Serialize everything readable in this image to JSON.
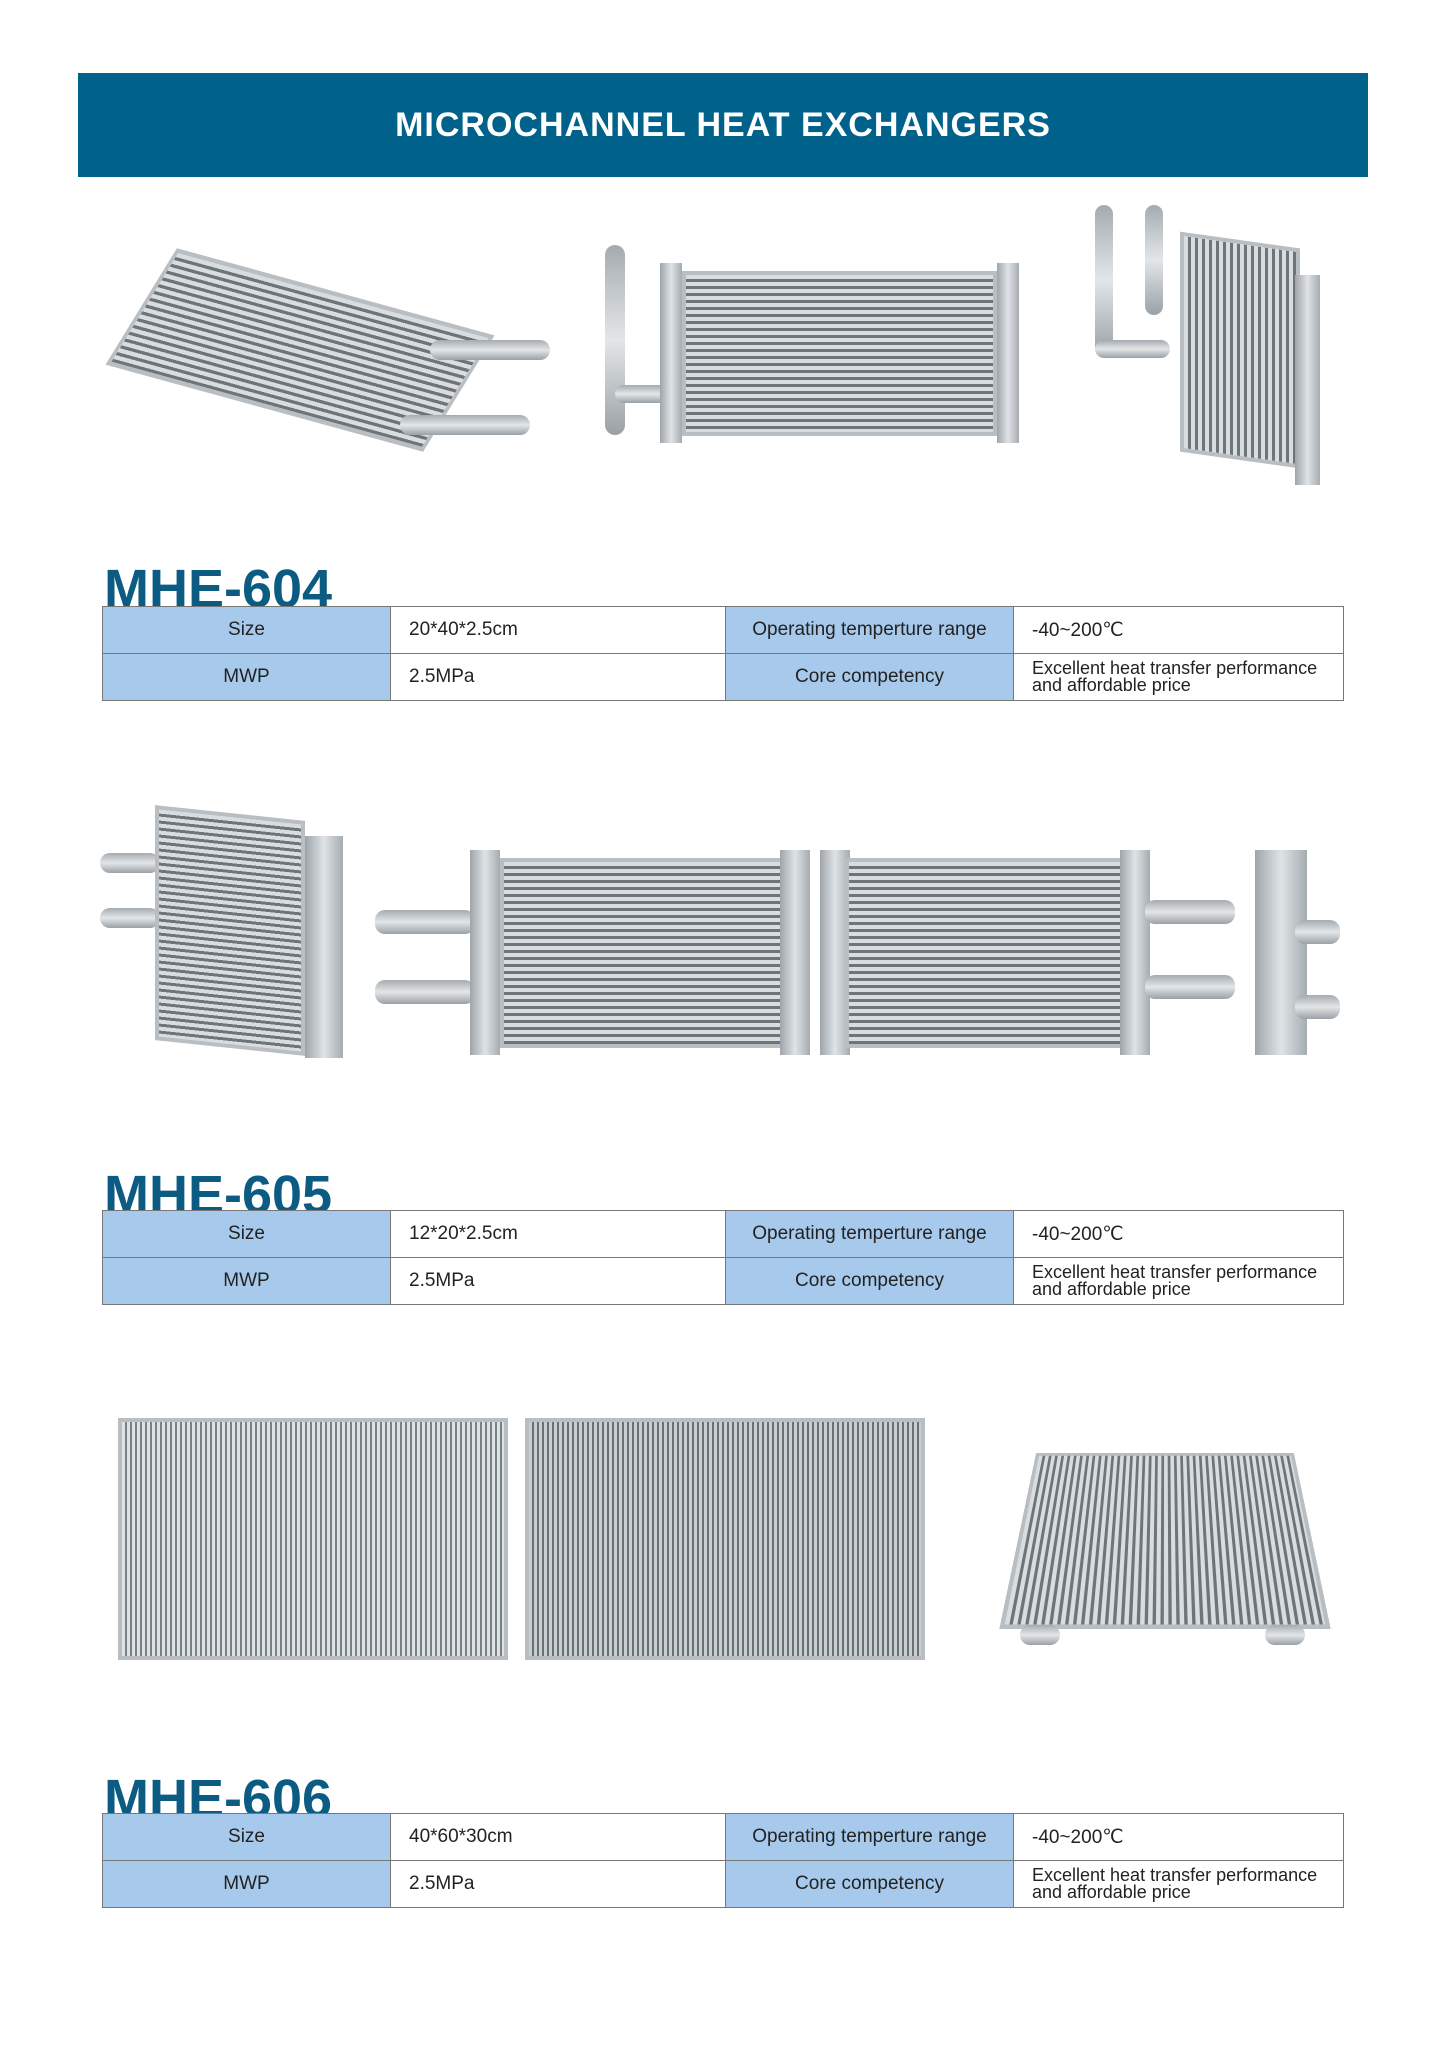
{
  "header": {
    "title": "MICROCHANNEL HEAT EXCHANGERS"
  },
  "labels": {
    "size": "Size",
    "mwp": "MWP",
    "temp_range": "Operating temperture range",
    "core": "Core competency"
  },
  "products": [
    {
      "model": "MHE-604",
      "size": "20*40*2.5cm",
      "mwp": "2.5MPa",
      "temp_range": "-40~200℃",
      "core": "Excellent heat transfer performance and affordable price"
    },
    {
      "model": "MHE-605",
      "size": "12*20*2.5cm",
      "mwp": "2.5MPa",
      "temp_range": "-40~200℃",
      "core": "Excellent heat transfer performance and affordable price"
    },
    {
      "model": "MHE-606",
      "size": "40*60*30cm",
      "mwp": "2.5MPa",
      "temp_range": "-40~200℃",
      "core": "Excellent heat transfer performance and affordable price"
    }
  ],
  "colors": {
    "banner": "#00618b",
    "label_cell": "#a7c9eb",
    "model_title": "#0b5b83"
  }
}
